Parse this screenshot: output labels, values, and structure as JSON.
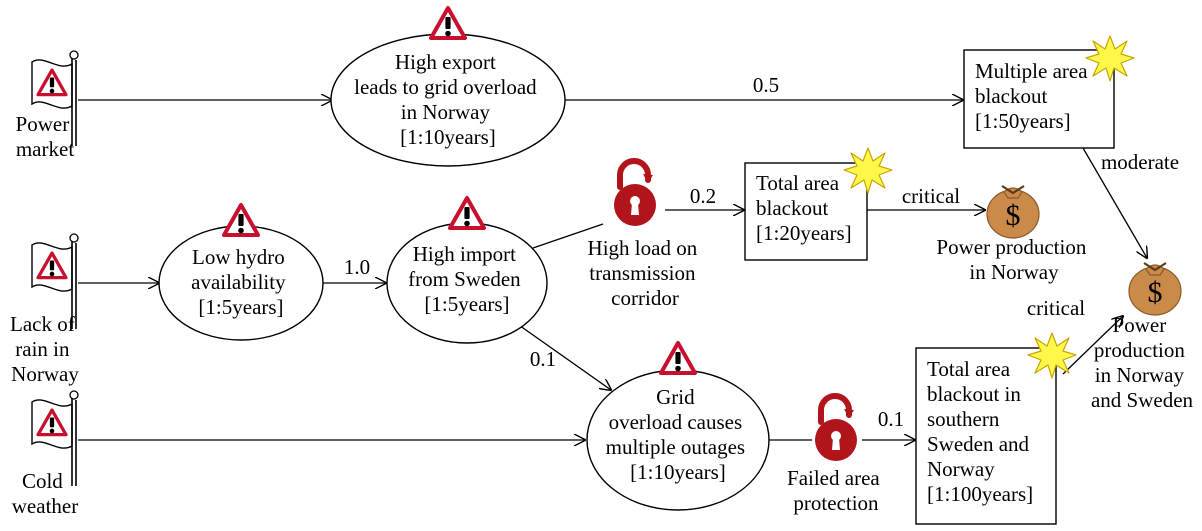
{
  "nodes": {
    "power_market": {
      "label": [
        "Power",
        "market"
      ],
      "icon": "threat-flag-icon"
    },
    "lack_of_rain": {
      "label": [
        "Lack of",
        "rain in",
        "Norway"
      ],
      "icon": "threat-flag-icon"
    },
    "cold_weather": {
      "label": [
        "Cold",
        "weather"
      ],
      "icon": "threat-flag-icon"
    },
    "high_export": {
      "label": [
        "High export",
        "leads to grid overload",
        "in Norway",
        "[1:10years]"
      ],
      "icon": "warning-icon"
    },
    "low_hydro": {
      "label": [
        "Low hydro",
        "availability",
        "[1:5years]"
      ],
      "icon": "warning-icon"
    },
    "high_import": {
      "label": [
        "High import",
        "from Sweden",
        "[1:5years]"
      ],
      "icon": "warning-icon"
    },
    "grid_overload": {
      "label": [
        "Grid",
        "overload causes",
        "multiple outages",
        "[1:10years]"
      ],
      "icon": "warning-icon"
    },
    "high_load_corridor": {
      "label": [
        "High load on",
        "transmission",
        "corridor"
      ],
      "icon": "open-padlock-icon"
    },
    "failed_protection": {
      "label": [
        "Failed area",
        "protection"
      ],
      "icon": "open-padlock-icon"
    },
    "multiple_area_blackout": {
      "label": [
        "Multiple area",
        "blackout",
        "[1:50years]"
      ],
      "icon": "explosion-icon"
    },
    "total_area_blackout": {
      "label": [
        "Total area",
        "blackout",
        "[1:20years]"
      ],
      "icon": "explosion-icon"
    },
    "total_area_blackout_south": {
      "label": [
        "Total area",
        "blackout in",
        "southern",
        "Sweden and",
        "Norway",
        "[1:100years]"
      ],
      "icon": "explosion-icon"
    },
    "power_prod_norway": {
      "label": [
        "Power production",
        "in Norway"
      ],
      "icon": "money-bag-icon"
    },
    "power_prod_norway_sweden": {
      "label": [
        "Power",
        "production",
        "in Norway",
        "and Sweden"
      ],
      "icon": "money-bag-icon"
    }
  },
  "edges": {
    "market_to_export": "",
    "export_to_multiple": "0.5",
    "rain_to_hydro": "",
    "hydro_to_import": "1.0",
    "import_to_corridor": "",
    "corridor_to_total": "0.2",
    "total_to_prod_norway": "critical",
    "import_to_grid": "0.1",
    "cold_to_grid": "",
    "grid_to_failed": "",
    "failed_to_south": "0.1",
    "multiple_to_prod_ns": "moderate",
    "south_to_prod_ns": "critical"
  },
  "colors": {
    "warning_red": "#c8102e",
    "padlock_red": "#b2141c",
    "explosion_yellow": "#fff84a",
    "money_bag": "#c98a4a",
    "line": "#000000"
  }
}
